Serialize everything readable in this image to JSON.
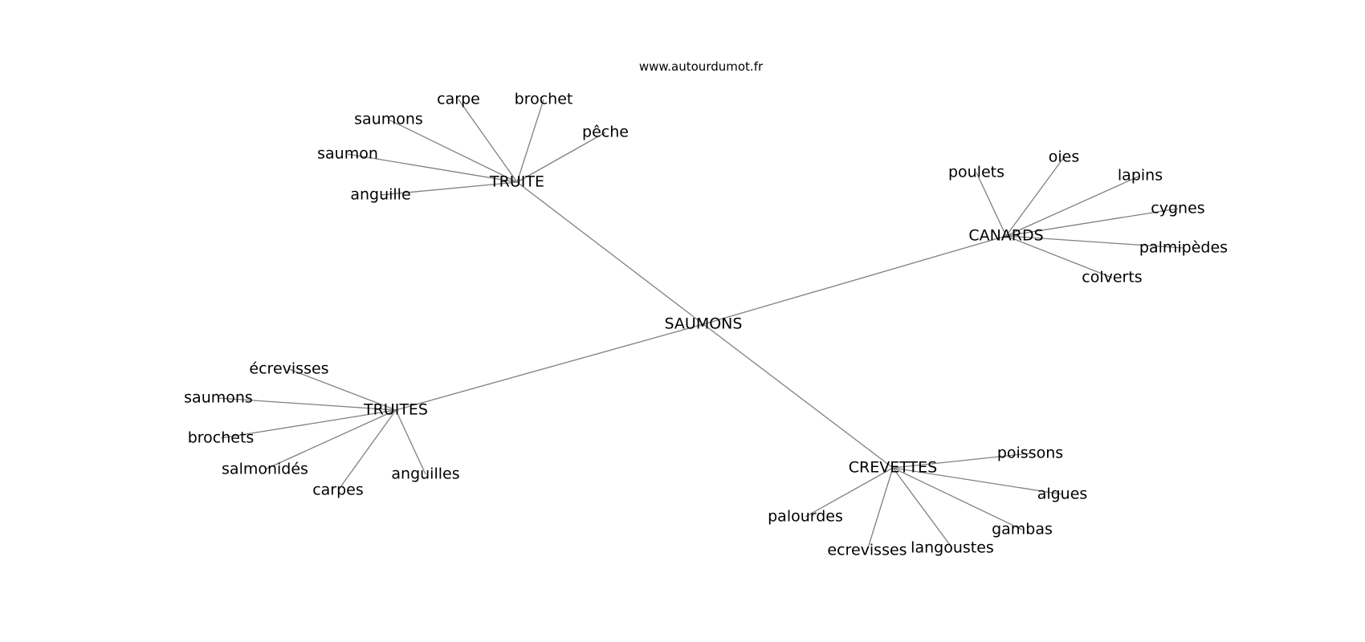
{
  "source_text": "www.autourdumot.fr",
  "graph": {
    "root": {
      "id": "saumons_root",
      "label": "SAUMONS"
    },
    "hubs": [
      {
        "id": "truite",
        "label": "TRUITE",
        "leaves": [
          {
            "id": "carpe",
            "label": "carpe"
          },
          {
            "id": "brochet",
            "label": "brochet"
          },
          {
            "id": "saumons_t",
            "label": "saumons"
          },
          {
            "id": "peche",
            "label": "pêche"
          },
          {
            "id": "saumon",
            "label": "saumon"
          },
          {
            "id": "anguille",
            "label": "anguille"
          }
        ]
      },
      {
        "id": "canards",
        "label": "CANARDS",
        "leaves": [
          {
            "id": "oies",
            "label": "oies"
          },
          {
            "id": "poulets",
            "label": "poulets"
          },
          {
            "id": "lapins",
            "label": "lapins"
          },
          {
            "id": "cygnes",
            "label": "cygnes"
          },
          {
            "id": "palmipedes",
            "label": "palmipèdes"
          },
          {
            "id": "colverts",
            "label": "colverts"
          }
        ]
      },
      {
        "id": "truites",
        "label": "TRUITES",
        "leaves": [
          {
            "id": "ecrevisses_t",
            "label": "écrevisses"
          },
          {
            "id": "saumons_ts",
            "label": "saumons"
          },
          {
            "id": "brochets",
            "label": "brochets"
          },
          {
            "id": "salmonides",
            "label": "salmonidés"
          },
          {
            "id": "carpes",
            "label": "carpes"
          },
          {
            "id": "anguilles",
            "label": "anguilles"
          }
        ]
      },
      {
        "id": "crevettes",
        "label": "CREVETTES",
        "leaves": [
          {
            "id": "poissons",
            "label": "poissons"
          },
          {
            "id": "algues",
            "label": "algues"
          },
          {
            "id": "palourdes",
            "label": "palourdes"
          },
          {
            "id": "gambas",
            "label": "gambas"
          },
          {
            "id": "ecrevisses_c",
            "label": "ecrevisses"
          },
          {
            "id": "langoustes",
            "label": "langoustes"
          }
        ]
      }
    ]
  }
}
